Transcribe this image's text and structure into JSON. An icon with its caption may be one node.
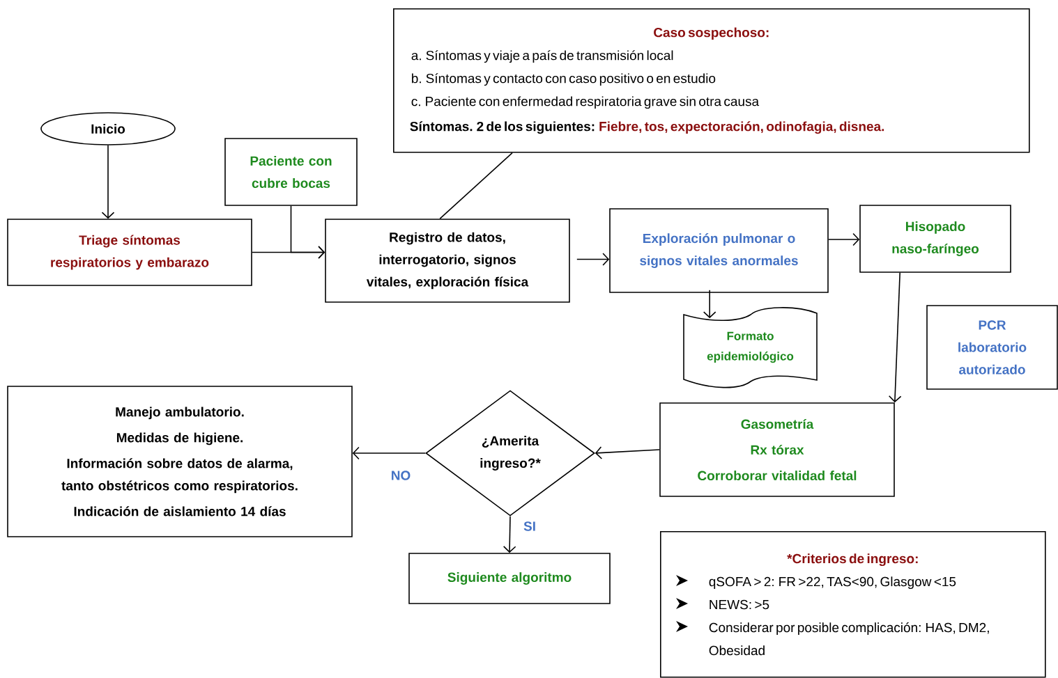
{
  "diagram": {
    "nodes": [
      {
        "text": [
          "Inicio"
        ]
      },
      {
        "text": [
          "Caso sospechoso:",
          "a. Síntomas y viaje a país de transmisión local",
          "b. Síntomas y contacto con caso positivo o en estudio",
          "c. Paciente con enfermedad respiratoria grave sin otra causa",
          "Síntomas. 2 de los siguientes:",
          "Fiebre, tos, expectoración, odinofagia, disnea."
        ]
      },
      {
        "text": [
          "Paciente con cubre bocas"
        ]
      },
      {
        "text": [
          "Triage síntomas respiratorios y embarazo"
        ]
      },
      {
        "text": [
          "Registro de datos, interrogatorio, signos vitales, exploración física"
        ]
      },
      {
        "text": [
          "Exploración pulmonar o signos vitales anormales"
        ]
      },
      {
        "text": [
          "Hisopado naso-faríngeo"
        ]
      },
      {
        "text": [
          "Formato epidemiológico"
        ]
      },
      {
        "text": [
          "PCR laboratorio autorizado"
        ]
      },
      {
        "text": [
          "Manejo ambulatorio.",
          "Medidas de higiene.",
          "Información sobre datos de alarma, tanto obstétricos como respiratorios.",
          "Indicación de aislamiento 14 días"
        ]
      },
      {
        "text": [
          "¿Amerita ingreso?*"
        ]
      },
      {
        "text": [
          "Gasometría",
          "Rx tórax",
          "Corroborar vitalidad fetal"
        ]
      },
      {
        "text": [
          "Siguiente algoritmo"
        ]
      },
      {
        "text": [
          "*Criterios de ingreso:",
          "qSOFA > 2: FR >22, TAS<90, Glasgow <15",
          "NEWS: >5",
          "Considerar por posible complicación: HAS, DM2, Obesidad"
        ]
      }
    ],
    "edges": [
      {
        "from": 0,
        "to": 3,
        "arrow": "to"
      },
      {
        "from": 3,
        "to": 4,
        "arrow": "to"
      },
      {
        "from": 2,
        "to": 4,
        "arrow": "to"
      },
      {
        "from": 1,
        "to": 4,
        "arrow": "none"
      },
      {
        "from": 4,
        "to": 5,
        "arrow": "to"
      },
      {
        "from": 5,
        "to": 6,
        "arrow": "to"
      },
      {
        "from": 5,
        "to": 7,
        "arrow": "to"
      },
      {
        "from": 6,
        "to": 11,
        "arrow": "to"
      },
      {
        "from": 11,
        "to": 10,
        "arrow": "to"
      },
      {
        "from": 10,
        "to": 9,
        "arrow": "to",
        "label": "NO"
      },
      {
        "from": 10,
        "to": 12,
        "arrow": "to",
        "label": "SI"
      }
    ]
  }
}
